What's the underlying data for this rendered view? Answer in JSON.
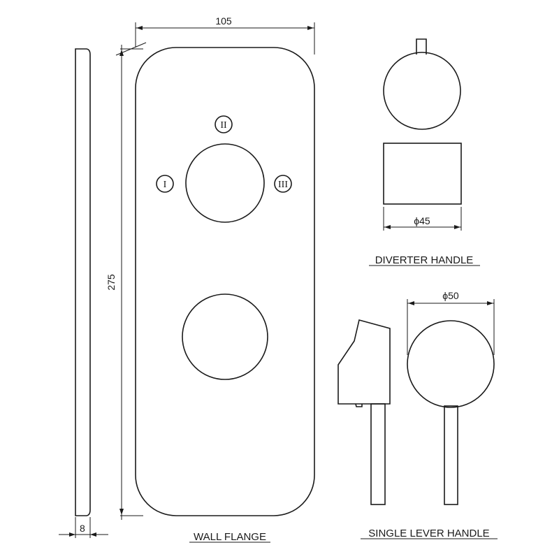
{
  "dimensions": {
    "flange_width": "105",
    "flange_height": "275",
    "flange_thickness": "8",
    "diverter_diameter": "ϕ45",
    "lever_diameter": "ϕ50"
  },
  "positions": {
    "one": "I",
    "two": "II",
    "three": "III"
  },
  "captions": {
    "wall_flange": "WALL FLANGE",
    "diverter_handle": "DIVERTER HANDLE",
    "single_lever_handle": "SINGLE LEVER HANDLE"
  }
}
